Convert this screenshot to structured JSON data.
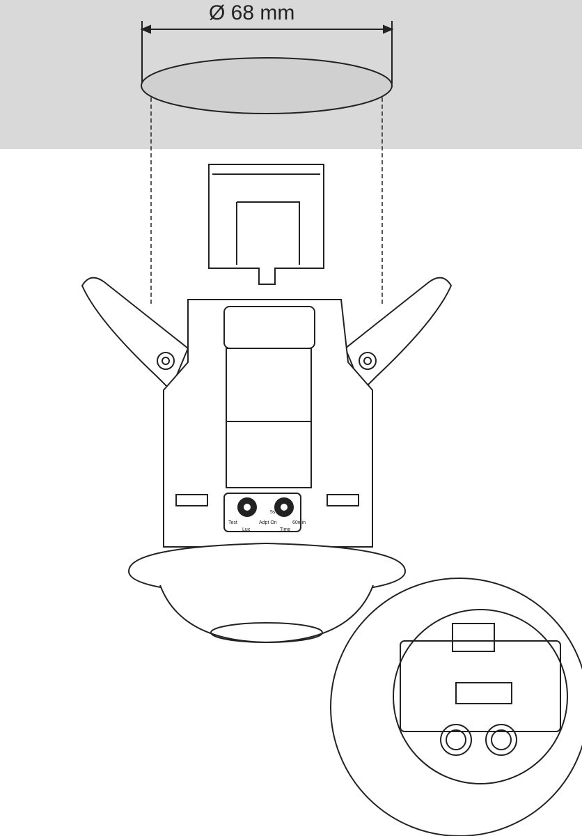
{
  "dimension_label": "Ø 68 mm",
  "knob_labels": {
    "lux_min": "Test",
    "lux_max": "Adpt On",
    "lux_name": "Lux",
    "time_min": "5s",
    "time_max": "60min",
    "time_name": "Time"
  },
  "colors": {
    "ceiling": "#d9d9d9",
    "line": "#222222"
  }
}
